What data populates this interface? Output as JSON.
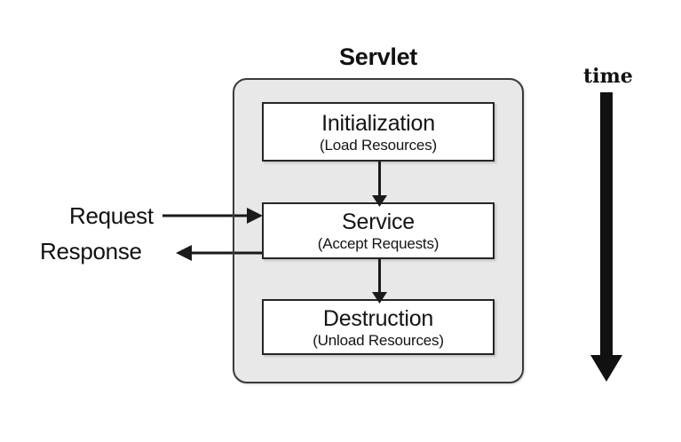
{
  "diagram": {
    "title": "Servlet",
    "container": {
      "label": "servlet-lifecycle-container",
      "fill": "#e8e8e8",
      "border": "#3a3a3a"
    },
    "phases": [
      {
        "id": "initialization",
        "title": "Initialization",
        "subtitle": "(Load Resources)"
      },
      {
        "id": "service",
        "title": "Service",
        "subtitle": "(Accept Requests)"
      },
      {
        "id": "destruction",
        "title": "Destruction",
        "subtitle": "(Unload Resources)"
      }
    ],
    "io_labels": [
      {
        "id": "request",
        "text": "Request",
        "direction": "into-service"
      },
      {
        "id": "response",
        "text": "Response",
        "direction": "out-of-service"
      }
    ],
    "time_axis": {
      "label": "time",
      "direction": "downward",
      "color": "#111111"
    },
    "colors": {
      "box_fill": "#ffffff",
      "box_border": "#262626",
      "container_fill": "#e8e8e8",
      "container_border": "#3a3a3a",
      "arrow": "#1a1a1a",
      "text": "#111111"
    }
  }
}
